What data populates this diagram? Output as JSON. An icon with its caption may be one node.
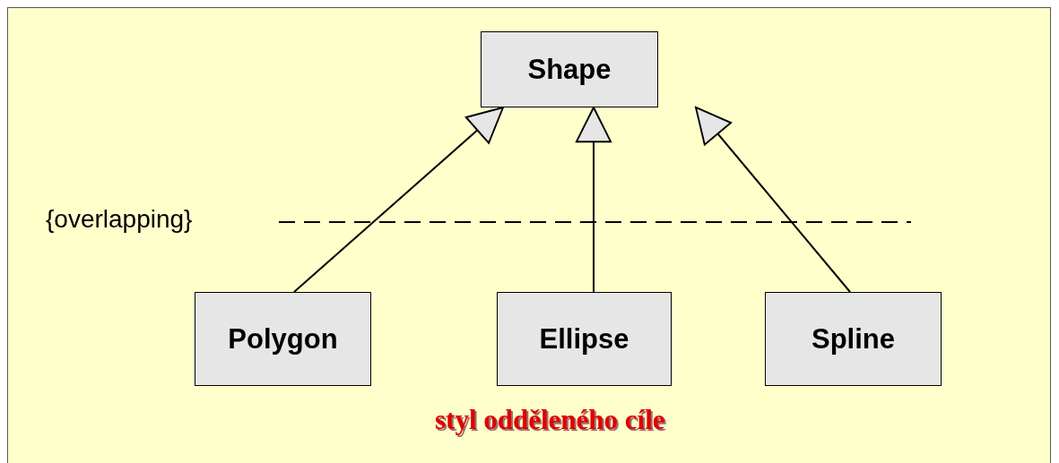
{
  "diagram": {
    "caption": "styl odděleného cíle",
    "nodes": [
      {
        "text": [
          "Shape"
        ]
      },
      {
        "text": [
          "Polygon"
        ]
      },
      {
        "text": [
          "Ellipse"
        ]
      },
      {
        "text": [
          "Spline"
        ]
      }
    ],
    "edges": [
      {
        "from": 1,
        "to": 0,
        "arrow": "to"
      },
      {
        "from": 2,
        "to": 0,
        "arrow": "to"
      },
      {
        "from": 3,
        "to": 0,
        "arrow": "to"
      }
    ],
    "labels": [
      "{overlapping}"
    ]
  }
}
